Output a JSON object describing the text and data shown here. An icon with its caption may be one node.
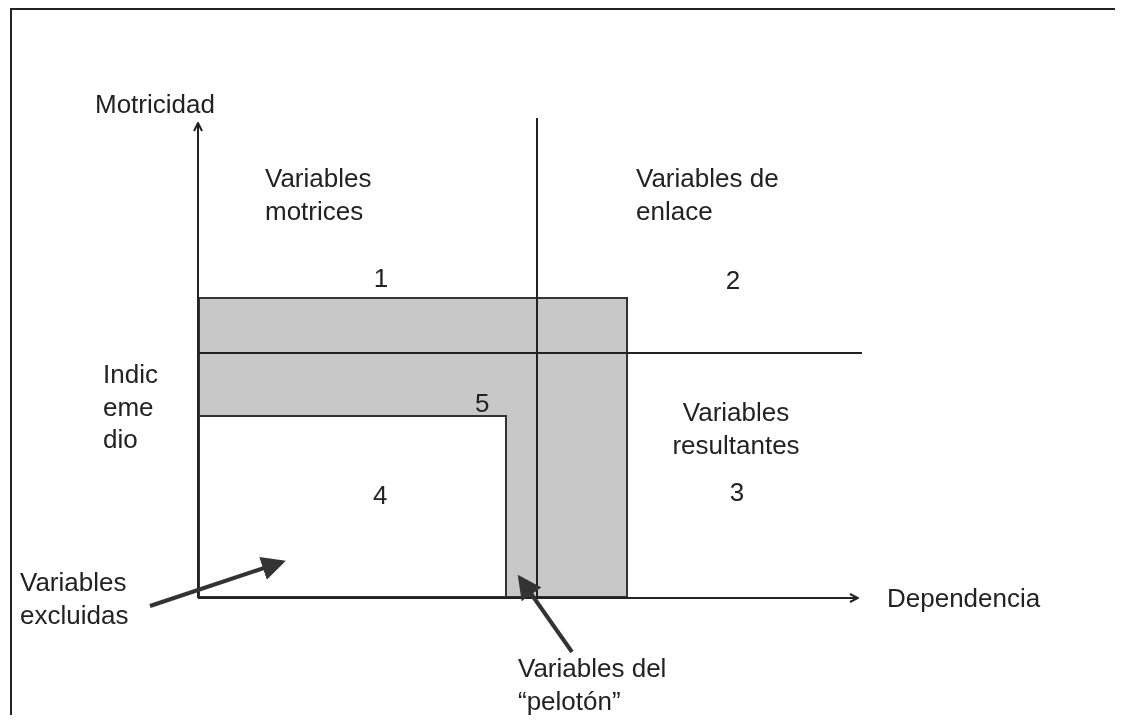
{
  "diagram": {
    "nodes": [
      {
        "text": [
          "Variables excluidas"
        ]
      },
      {
        "text": [
          "Variables del “pelotón”"
        ]
      },
      {
        "text": [
          "5"
        ]
      },
      {
        "text": [
          "4"
        ],
        "in": 2
      }
    ],
    "edges": [
      {
        "from": 0,
        "to": 3,
        "arrow": "to"
      },
      {
        "from": 1,
        "to": 2,
        "arrow": "to"
      }
    ],
    "labels": [
      "Motricidad",
      "Variables motrices",
      "1",
      "Variables de enlace",
      "2",
      "Indic eme dio",
      "Variables resultantes",
      "3",
      "Dependencia"
    ]
  }
}
